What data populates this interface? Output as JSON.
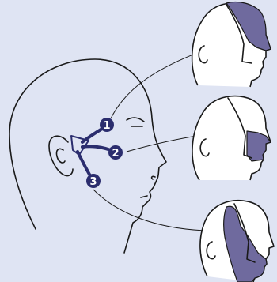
{
  "colors": {
    "background": "#dfe4f3",
    "nerve": "#2b2d6e",
    "zone_fill": "#6f6a9e",
    "outline": "#1a1a1a",
    "head_fill": "#ffffff"
  },
  "branches": [
    {
      "label": "1"
    },
    {
      "label": "2"
    },
    {
      "label": "3"
    }
  ]
}
